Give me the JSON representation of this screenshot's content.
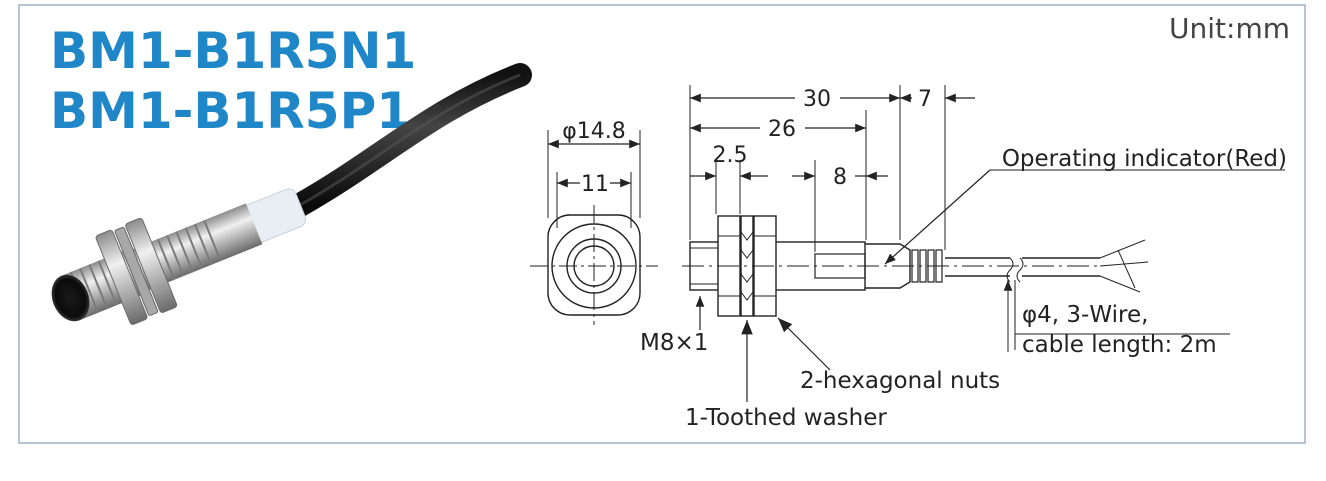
{
  "titles": {
    "model_npn": "BM1-B1R5N1",
    "model_pnp": "BM1-B1R5P1"
  },
  "unit": "Unit:mm",
  "dimensions": {
    "outer_diameter": "φ14.8",
    "across_flats": "11",
    "nut_thickness": "2.5",
    "body_length": "30",
    "thread_length": "26",
    "tail_length": "7",
    "sensing_length": "8"
  },
  "labels": {
    "indicator": "Operating indicator(Red)",
    "thread": "M8×1",
    "cable_line1": "φ4, 3-Wire,",
    "cable_line2": "cable length: 2m",
    "nuts": "2-hexagonal nuts",
    "washer": "1-Toothed washer"
  },
  "colors": {
    "title": "#1f86c8",
    "border": "#b7c6d6"
  }
}
